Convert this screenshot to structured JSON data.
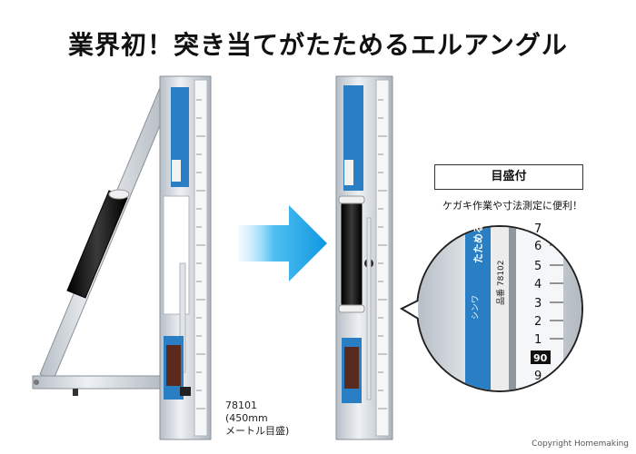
{
  "headline": "業界初！突き当てがたためるエルアングル",
  "product": {
    "number": "78101",
    "size": "(450mm",
    "scale": "メートル目盛)"
  },
  "callout": {
    "title": "目盛付",
    "note": "ケガキ作業や寸法測定に便利！"
  },
  "ruler_label": {
    "brand": "シンワ",
    "name": "たためる",
    "model": "品番 78102",
    "tick_numbers": [
      "7",
      "6",
      "5",
      "4",
      "3",
      "2",
      "1",
      "90",
      "9"
    ]
  },
  "copyright": "Copyright Homemaking",
  "colors": {
    "arrow": "#1aa0e8",
    "label_blue": "#2a7fc4",
    "grip": "#1e1e1e",
    "aluminum": "#d8dde2"
  }
}
